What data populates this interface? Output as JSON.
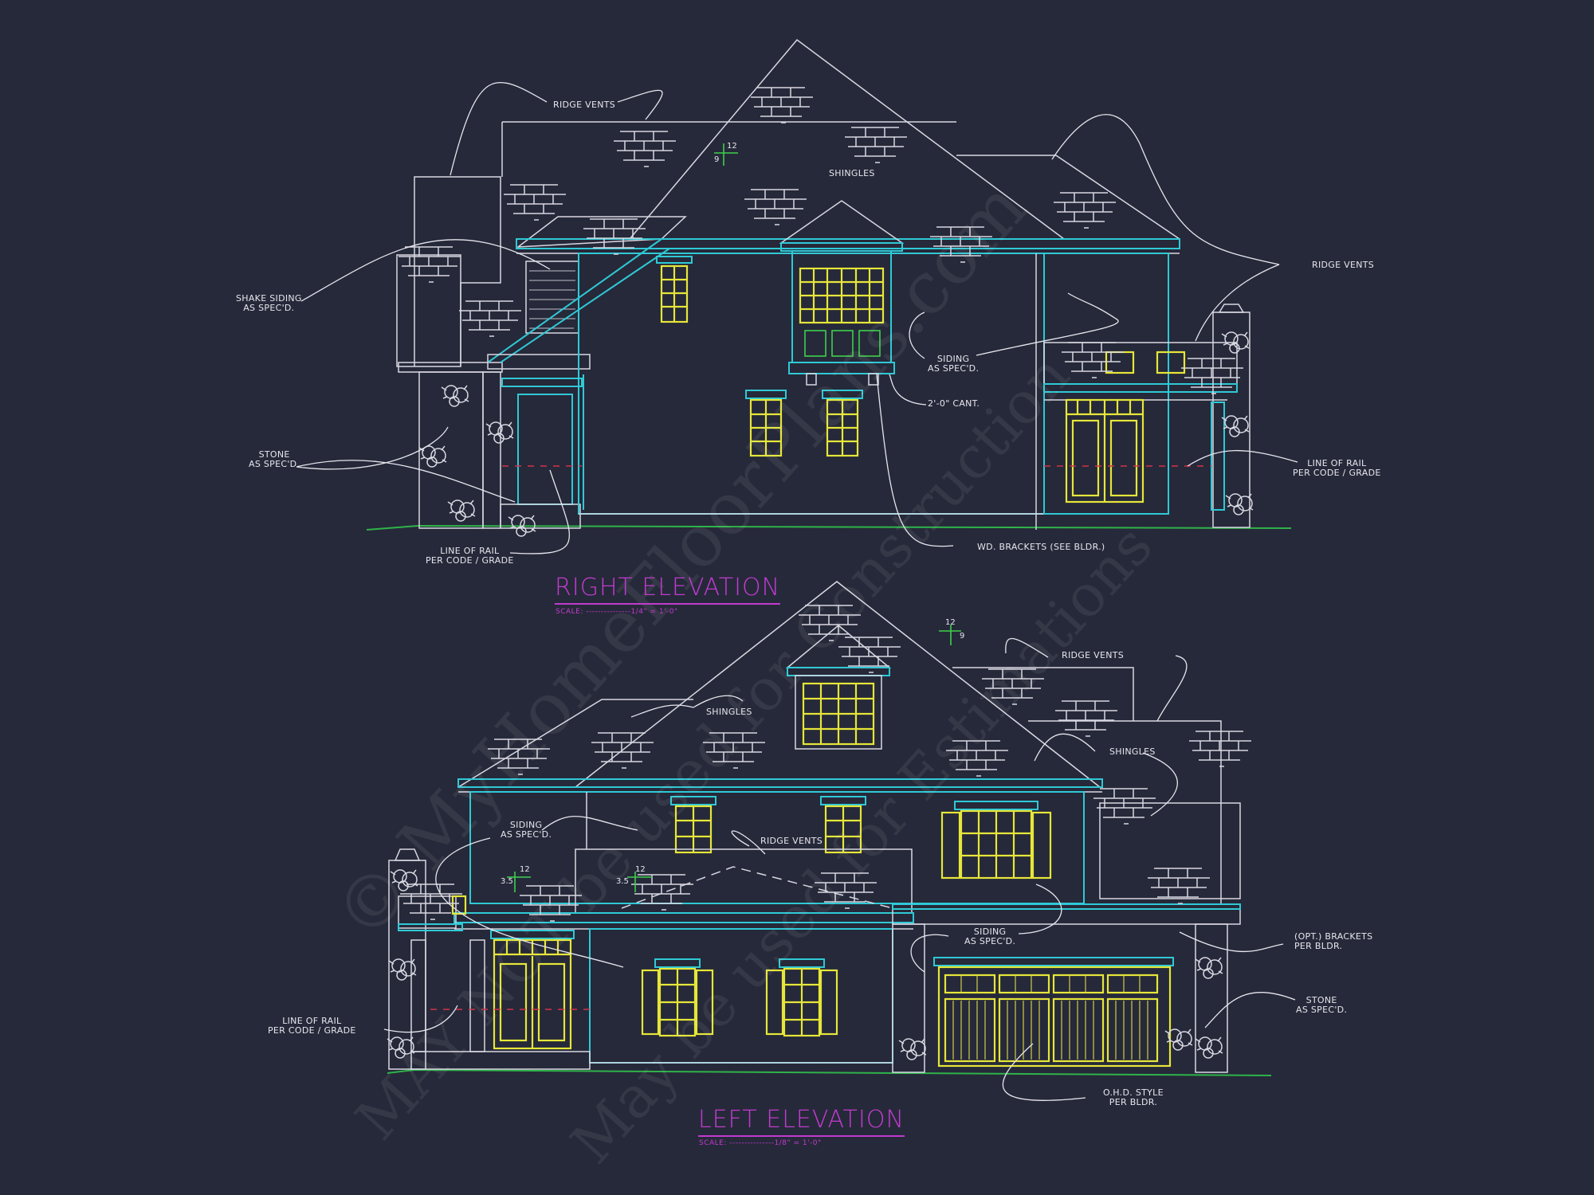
{
  "drawings": {
    "right_elevation": {
      "title": "RIGHT ELEVATION",
      "scale": "SCALE: ---------------1/4\" = 1'-0\"",
      "roof_pitch": {
        "rise": "9",
        "run": "12"
      },
      "notes": {
        "ridge_vents_top": "RIDGE VENTS",
        "shingles": "SHINGLES",
        "shake_siding": "SHAKE SIDING\nAS SPEC'D.",
        "ridge_vents_right": "RIDGE VENTS",
        "siding": "SIDING\nAS SPEC'D.",
        "cant": "2'-0\" CANT.",
        "stone": "STONE\nAS SPEC'D.",
        "line_of_rail_right": "LINE OF RAIL\nPER CODE / GRADE",
        "line_of_rail_bottom": "LINE OF RAIL\nPER CODE / GRADE",
        "brackets": "WD. BRACKETS (SEE BLDR.)"
      }
    },
    "left_elevation": {
      "title": "LEFT ELEVATION",
      "scale": "SCALE: ---------------1/8\" = 1'-0\"",
      "roof_pitch_main": {
        "rise": "9",
        "run": "12"
      },
      "roof_pitch_porch_left": {
        "rise": "3.5",
        "run": "12"
      },
      "roof_pitch_porch_mid": {
        "rise": "3.5",
        "run": "12"
      },
      "notes": {
        "ridge_vents_top": "RIDGE VENTS",
        "shingles_left": "SHINGLES",
        "shingles_right": "SHINGLES",
        "siding_left": "SIDING\nAS SPEC'D.",
        "ridge_vents_mid": "RIDGE VENTS",
        "siding_garage": "SIDING\nAS SPEC'D.",
        "opt_brackets": "(OPT.) BRACKETS\nPER BLDR.",
        "stone": "STONE\nAS SPEC'D.",
        "line_of_rail": "LINE OF RAIL\nPER CODE / GRADE",
        "ohd": "O.H.D. STYLE\nPER BLDR."
      }
    }
  },
  "watermark": {
    "line1": "© MyHomeFloorPlans.com",
    "line2": "MAY NOT be used for Construction",
    "line3": "May be used for Estimations"
  },
  "colors": {
    "background": "#262939",
    "linework": "#d8d8e2",
    "trim_cyan": "#2fc9d6",
    "openings_yellow": "#e6e63a",
    "grade_green": "#2fb34a",
    "rail_red": "#d2324a",
    "title_magenta": "#c13bd0"
  }
}
